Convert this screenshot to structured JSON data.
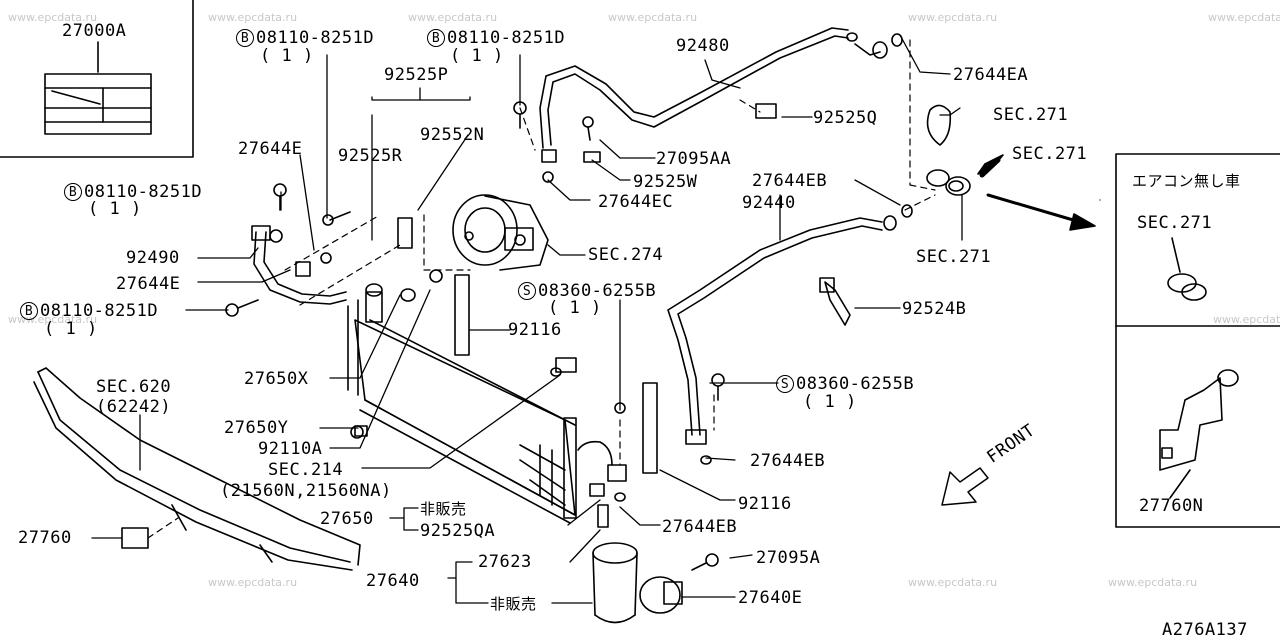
{
  "watermark": "www.epcdata.ru",
  "diagram_id": "A276A137",
  "inset_no_ac": {
    "title": "エアコン無し車",
    "sec": "SEC.271",
    "part": "27760N"
  },
  "labels": {
    "p27000A": "27000A",
    "bolt1_code": "08110-8251D",
    "bolt1_qty": "( 1 )",
    "bolt2_code": "08110-8251D",
    "bolt2_qty": "( 1 )",
    "bolt3_code": "08110-8251D",
    "bolt3_qty": "( 1 )",
    "bolt4_code": "08110-8251D",
    "bolt4_qty": "( 1 )",
    "bolt_letter": "B",
    "screw_letter": "S",
    "screw1_code": "08360-6255B",
    "screw1_qty": "( 1 )",
    "screw2_code": "08360-6255B",
    "screw2_qty": "( 1 )",
    "p92525P": "92525P",
    "p92552N": "92552N",
    "p92525R": "92525R",
    "p27644E_a": "27644E",
    "p27644E_b": "27644E",
    "p92490": "92490",
    "p92480": "92480",
    "p27644EA": "27644EA",
    "p92525Q": "92525Q",
    "sec271_a": "SEC.271",
    "sec271_b": "SEC.271",
    "sec271_c": "SEC.271",
    "p27095AA": "27095AA",
    "p92525W": "92525W",
    "p27644EC": "27644EC",
    "p27644EB_a": "27644EB",
    "p92440": "92440",
    "sec274": "SEC.274",
    "p92116_a": "92116",
    "p92524B": "92524B",
    "p27650X": "27650X",
    "sec620": "SEC.620",
    "sec620_sub": "(62242)",
    "p27650Y": "27650Y",
    "p92110A": "92110A",
    "sec214": "SEC.214",
    "sec214_sub": "(21560N,21560NA)",
    "p27644EB_b": "27644EB",
    "p92116_b": "92116",
    "p27650": "27650",
    "hanbai1": "非販売",
    "p92525QA": "92525QA",
    "p27644EB_c": "27644EB",
    "p27760": "27760",
    "p27623": "27623",
    "p27095A": "27095A",
    "p27640": "27640",
    "hanbai2": "非販売",
    "p27640E": "27640E",
    "front": "FRONT"
  }
}
